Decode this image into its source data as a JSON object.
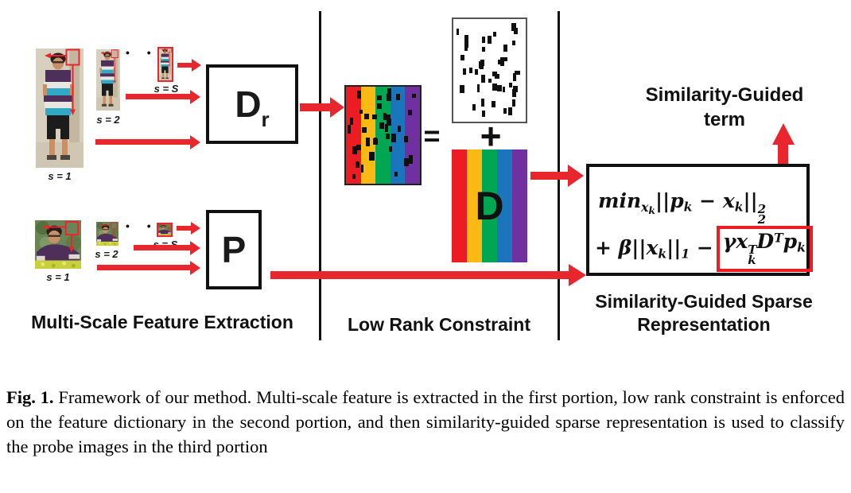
{
  "colors": {
    "arrow_red": "#e8262d",
    "stripes": [
      "#ec1c24",
      "#fdb913",
      "#00a651",
      "#1b75bc",
      "#7030a0"
    ],
    "box_border": "#111111"
  },
  "scales": {
    "s1": "s = 1",
    "s2": "s = 2",
    "sS": "s = S",
    "dots": "• • •"
  },
  "boxes": {
    "dictionary_letter": "D",
    "dictionary_sub": "r",
    "probe_letter": "P",
    "d_matrix_letter": "D"
  },
  "operators": {
    "equals": "=",
    "plus": "+"
  },
  "annotation": {
    "line1": "Similarity-Guided",
    "line2": "term"
  },
  "sections": {
    "left": "Multi-Scale Feature Extraction",
    "middle": "Low Rank Constraint",
    "right_line1": "Similarity-Guided Sparse",
    "right_line2": "Representation"
  },
  "f": {
    "min": "min",
    "x": "x",
    "k": "k",
    "p": "p",
    "norm": "||",
    "minus": "−",
    "plus": "+",
    "beta": "β",
    "gamma": "γ",
    "D": "D",
    "T": "T",
    "one": "1",
    "two": "2"
  },
  "caption": {
    "fig_label": "Fig. 1.",
    "text": " Framework of our method. Multi-scale feature is extracted in the first portion, low rank constraint is enforced on the feature dictionary in the second portion, and then similarity-guided sparse representation is used to classify the probe images in the third portion"
  }
}
